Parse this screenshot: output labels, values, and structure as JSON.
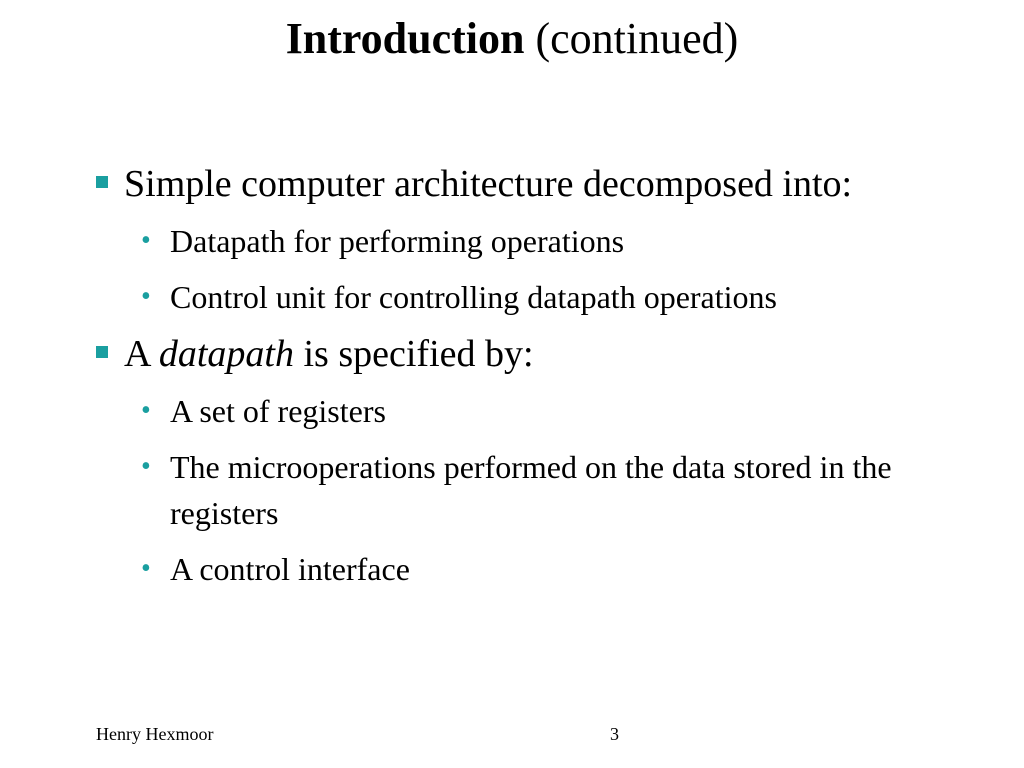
{
  "title": {
    "bold": "Introduction",
    "rest": " (continued)"
  },
  "bullets": [
    {
      "text": "Simple computer architecture decomposed into:",
      "subitems": [
        "Datapath for performing operations",
        "Control unit for controlling datapath operations"
      ]
    },
    {
      "pre": "A ",
      "em": "datapath",
      "post": " is specified by:",
      "subitems": [
        "A set of registers",
        "The microoperations performed on the data stored in the registers",
        "A control interface"
      ]
    }
  ],
  "footer": {
    "author": "Henry Hexmoor",
    "page": "3"
  },
  "colors": {
    "accent": "#1a9fa0",
    "text": "#000000",
    "background": "#ffffff"
  },
  "icons": {
    "level1_bullet": "teal-square-icon",
    "level2_bullet": "teal-dot-icon"
  }
}
